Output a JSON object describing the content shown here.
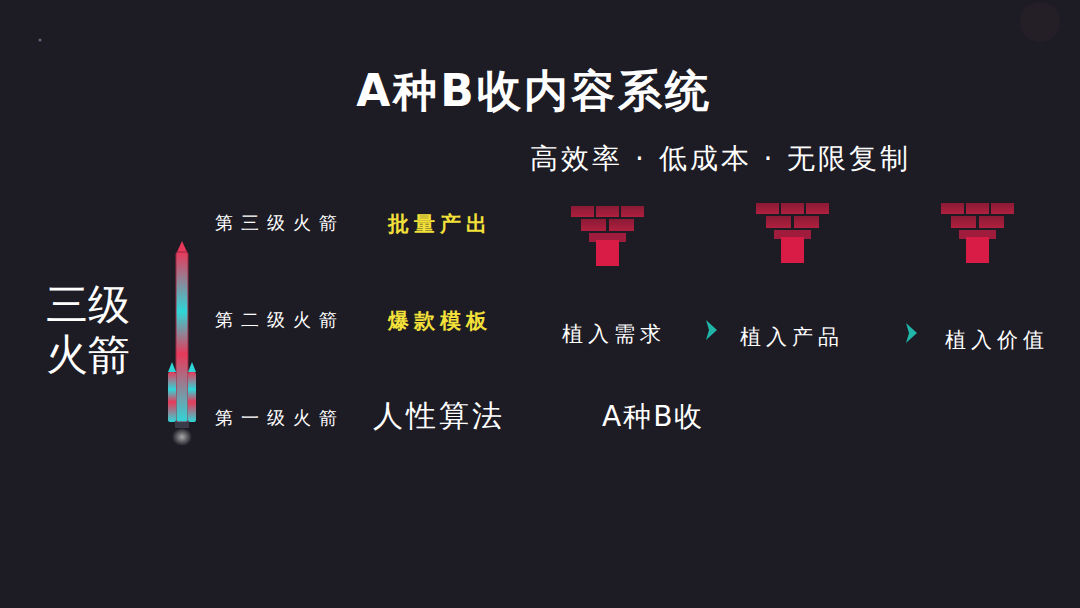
{
  "diagram": {
    "title": "A种B收内容系统",
    "labels": [
      "高效率 · 低成本 · 无限复制",
      "三级 火箭",
      "第三级火箭",
      "批量产出",
      "第二级火箭",
      "爆款模板",
      "植入需求",
      "植入产品",
      "植入价值",
      "第一级火箭",
      "人性算法",
      "A种B收"
    ]
  }
}
